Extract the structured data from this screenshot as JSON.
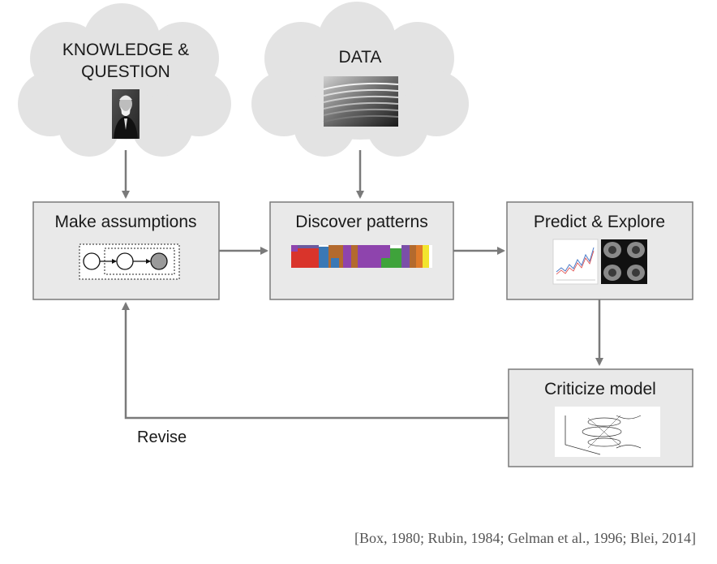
{
  "clouds": {
    "knowledge": {
      "line1": "KNOWLEDGE &",
      "line2": "QUESTION"
    },
    "data": {
      "label": "DATA"
    }
  },
  "boxes": {
    "assumptions": "Make assumptions",
    "discover": "Discover patterns",
    "predict": "Predict & Explore",
    "criticize": "Criticize model"
  },
  "revise_label": "Revise",
  "citation": "[Box, 1980; Rubin, 1984; Gelman et al., 1996; Blei, 2014]",
  "colors": {
    "box_fill": "#e9e9e9",
    "box_stroke": "#7a7a7a",
    "cloud_fill": "#e3e3e3",
    "arrow": "#7a7a7a",
    "node_observed": "#9a9a9a"
  }
}
